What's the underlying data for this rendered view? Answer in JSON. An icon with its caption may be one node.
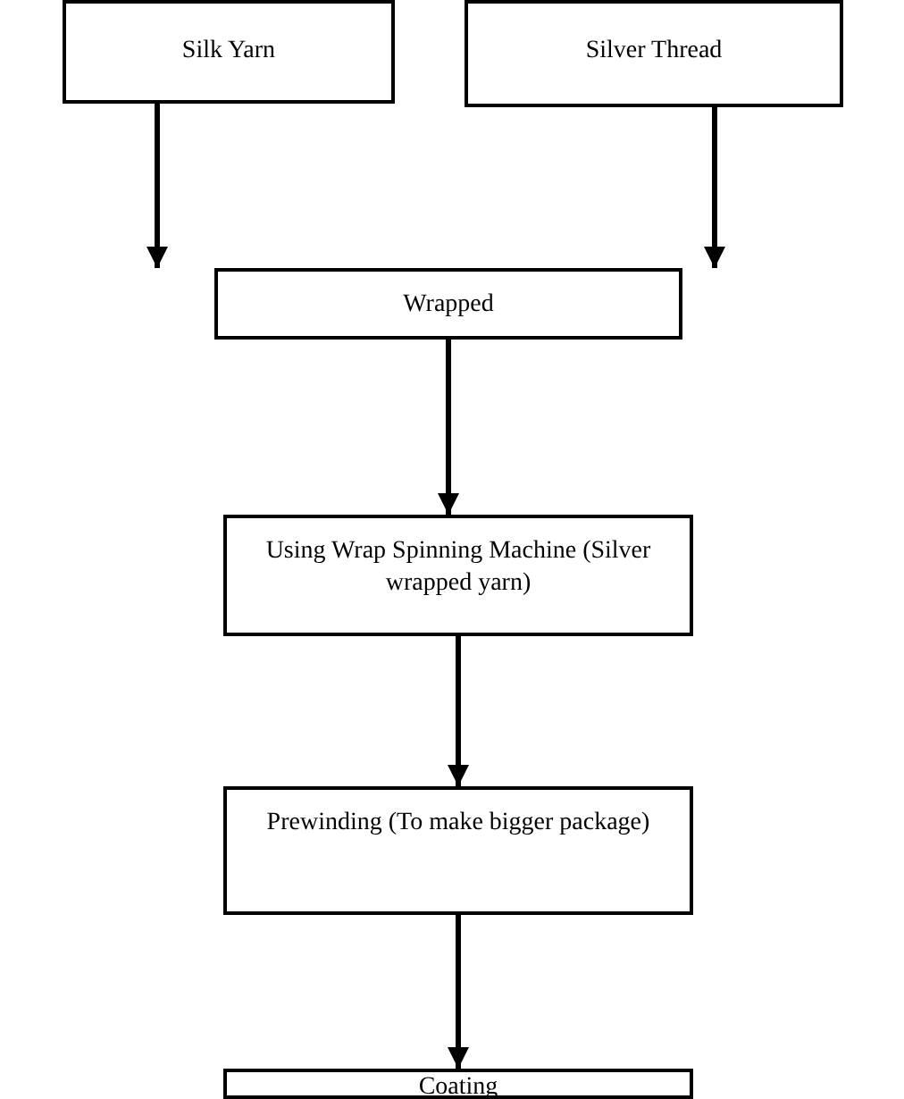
{
  "diagram": {
    "nodes": [
      {
        "text": [
          "Silk Yarn"
        ]
      },
      {
        "text": [
          "Silver Thread"
        ]
      },
      {
        "text": [
          "Wrapped"
        ]
      },
      {
        "text": [
          "Using Wrap Spinning Machine (Silver wrapped yarn)"
        ]
      },
      {
        "text": [
          "Prewinding (To make bigger package)"
        ]
      },
      {
        "text": [
          "Coating"
        ]
      }
    ],
    "edges": [
      {
        "from": 0,
        "to": 2,
        "arrow": "to"
      },
      {
        "from": 1,
        "to": 2,
        "arrow": "to"
      },
      {
        "from": 2,
        "to": 3,
        "arrow": "to"
      },
      {
        "from": 3,
        "to": 4,
        "arrow": "to"
      },
      {
        "from": 4,
        "to": 5,
        "arrow": "to"
      }
    ]
  }
}
